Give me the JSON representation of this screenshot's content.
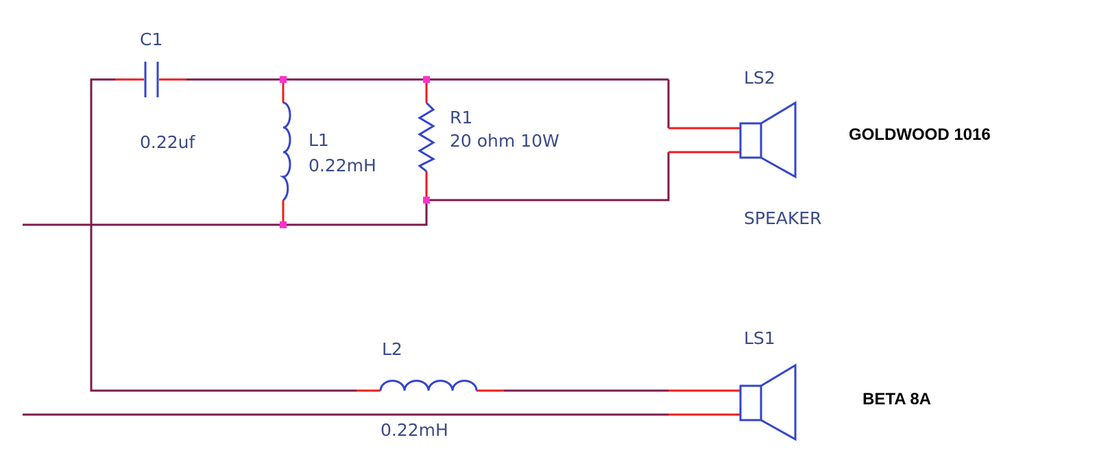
{
  "colors": {
    "wire": "#7a1a4a",
    "lead": "#ee1c1c",
    "component": "#3344cc",
    "junction": "#ff33cc",
    "label": "#3a4a88",
    "brand": "#000000"
  },
  "components": {
    "c1": {
      "ref": "C1",
      "value": "0.22uf"
    },
    "l1": {
      "ref": "L1",
      "value": "0.22mH"
    },
    "r1": {
      "ref": "R1",
      "value": "20 ohm 10W"
    },
    "l2": {
      "ref": "L2",
      "value": "0.22mH"
    },
    "ls2": {
      "ref": "LS2",
      "type": "SPEAKER",
      "model": "GOLDWOOD 1016"
    },
    "ls1": {
      "ref": "LS1",
      "model": "BETA 8A"
    }
  }
}
